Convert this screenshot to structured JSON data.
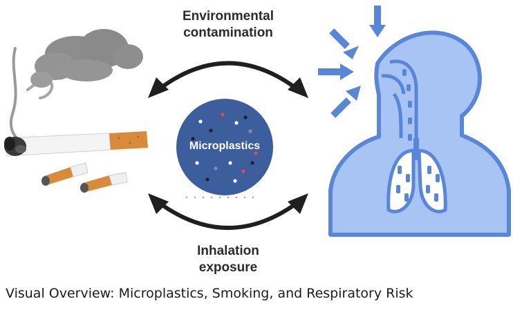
{
  "labels": {
    "environmental_line1": "Environmental",
    "environmental_line2": "contamination",
    "inhalation_line1": "Inhalation",
    "inhalation_line2": "exposure",
    "center": "Microplastics"
  },
  "caption": "Visual Overview: Microplastics, Smoking, and Respiratory Risk",
  "colors": {
    "circle": "#3d5e9c",
    "body_fill": "#a8c4f4",
    "body_stroke": "#5a86d8",
    "arrow": "#1f1f1f",
    "smoke": "#8a8a8a",
    "filter": "#d98a3a"
  },
  "icons": {
    "left": "cigarette-icon",
    "right": "respiratory-system-icon",
    "arrows": "cycle-arrows-icon"
  }
}
